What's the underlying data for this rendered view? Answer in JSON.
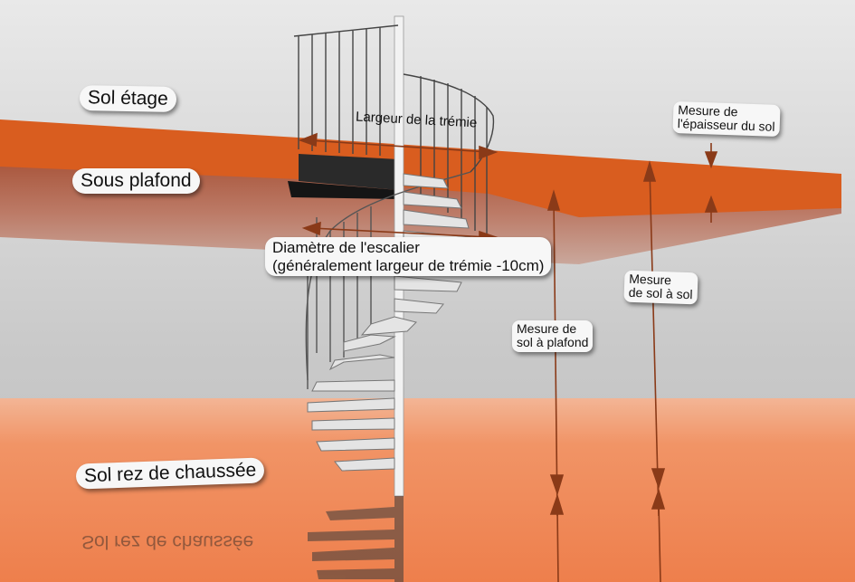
{
  "labels": {
    "sol_etage": "Sol étage",
    "sous_plafond": "Sous plafond",
    "largeur_tremie": "Largeur de la trémie",
    "diametre_l1": "Diamètre de l'escalier",
    "diametre_l2": "(généralement largeur de trémie -10cm)",
    "epaisseur_l1": "Mesure de",
    "epaisseur_l2": "l'épaisseur du sol",
    "sol_sol_l1": "Mesure",
    "sol_sol_l2": "de sol à sol",
    "sol_plafond_l1": "Mesure de",
    "sol_plafond_l2": "sol à plafond",
    "sol_rdc": "Sol rez de chaussée"
  },
  "colors": {
    "slab": "#d95d1f",
    "slab_underside": "#b84e22",
    "floor": "#f08a5d",
    "wall": "#cfcfcf",
    "arrow": "#8a3a18",
    "stair": "#e4e4e4"
  }
}
